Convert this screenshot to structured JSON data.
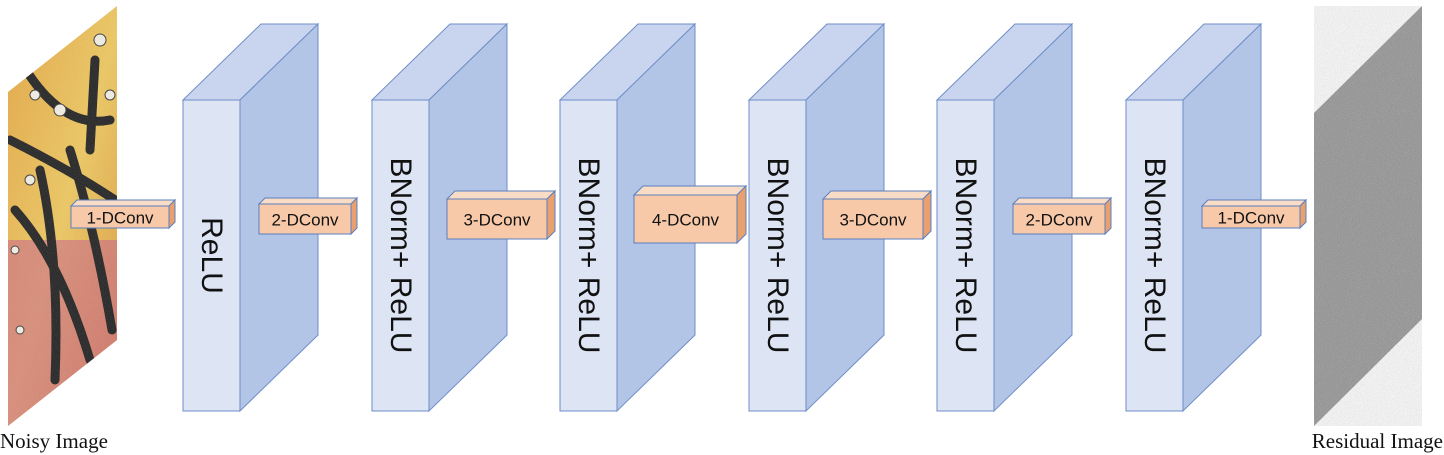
{
  "input_caption": "Noisy Image",
  "output_caption": "Residual Image",
  "layers": [
    {
      "label": "ReLU"
    },
    {
      "label": "BNorm+ ReLU"
    },
    {
      "label": "BNorm+ ReLU"
    },
    {
      "label": "BNorm+ ReLU"
    },
    {
      "label": "BNorm+ ReLU"
    },
    {
      "label": "BNorm+ ReLU"
    }
  ],
  "convs": [
    {
      "label": "1-DConv"
    },
    {
      "label": "2-DConv"
    },
    {
      "label": "3-DConv"
    },
    {
      "label": "4-DConv"
    },
    {
      "label": "3-DConv"
    },
    {
      "label": "2-DConv"
    },
    {
      "label": "1-DConv"
    }
  ],
  "colors": {
    "layer_front": "#dde4f3",
    "layer_side": "#b3c5e6",
    "layer_top": "#c9d5ee",
    "layer_stroke": "#6f8dc8",
    "conv_front": "#f7c9a9",
    "conv_side": "#e8a06f",
    "conv_top": "#f9dcc6",
    "conv_stroke": "#5b80bf"
  }
}
